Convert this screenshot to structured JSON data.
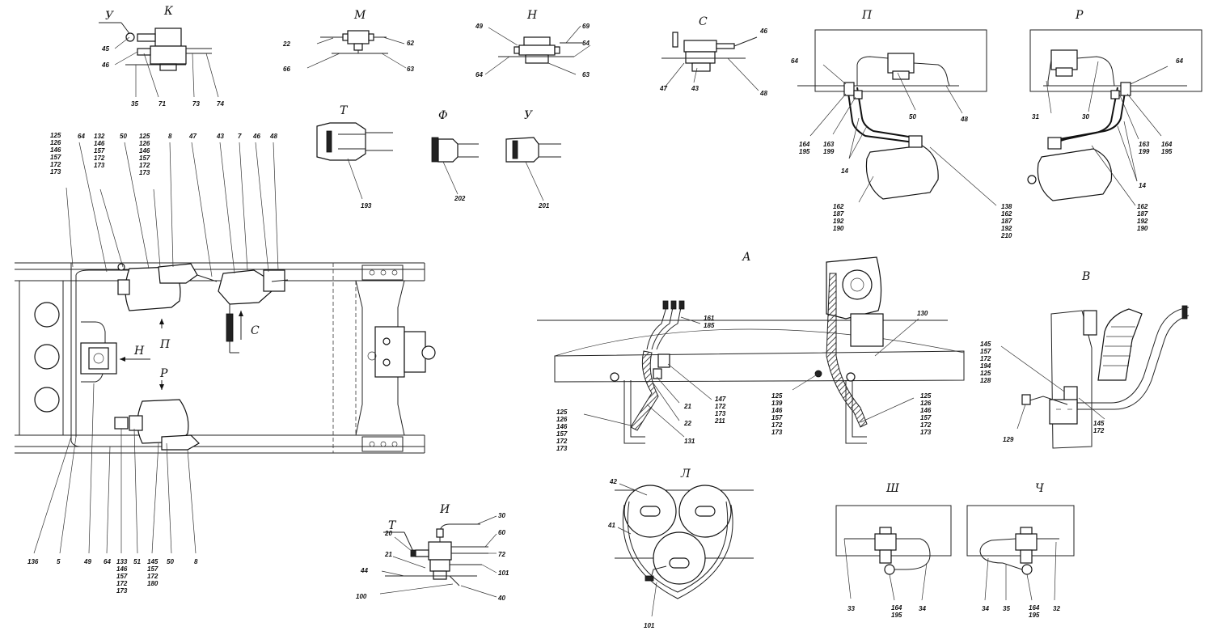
{
  "views": {
    "K": {
      "letter": "К",
      "sub": "У",
      "callouts": [
        "45",
        "46",
        "35",
        "71",
        "73",
        "74"
      ]
    },
    "M": {
      "letter": "М",
      "callouts": [
        "22",
        "62",
        "66",
        "63"
      ]
    },
    "N": {
      "letter": "Н",
      "callouts": [
        "49",
        "69",
        "64",
        "64",
        "63"
      ]
    },
    "S": {
      "letter": "С",
      "callouts": [
        "46",
        "47",
        "43",
        "48"
      ]
    },
    "P": {
      "letter": "П",
      "callouts": [
        "64",
        "50",
        "48",
        "164\n195",
        "163\n199",
        "14",
        "162\n187\n192\n190",
        "138\n162\n187\n192\n210"
      ]
    },
    "R": {
      "letter": "Р",
      "callouts": [
        "64",
        "31",
        "30",
        "163\n199",
        "164\n195",
        "14",
        "162\n187\n192\n190"
      ]
    },
    "T": {
      "letter": "Т",
      "callouts": [
        "193"
      ]
    },
    "F": {
      "letter": "Ф",
      "callouts": [
        "202"
      ]
    },
    "U": {
      "letter": "У",
      "callouts": [
        "201"
      ]
    },
    "A": {
      "letter": "А",
      "callouts": [
        "161\n185",
        "130",
        "147\n172\n173\n211",
        "21",
        "22",
        "131",
        "125\n126\n146\n157\n172\n173",
        "125\n139\n146\n157\n172\n173",
        "125\n126\n146\n157\n172\n173"
      ]
    },
    "B": {
      "letter": "В",
      "callouts": [
        "145\n157\n172\n194\n125\n128",
        "145\n172",
        "129"
      ]
    },
    "L": {
      "letter": "Л",
      "callouts": [
        "42",
        "41",
        "101"
      ]
    },
    "I": {
      "letter": "И",
      "sub": "Т",
      "callouts": [
        "20",
        "21",
        "44",
        "30",
        "60",
        "72",
        "101",
        "100",
        "40"
      ]
    },
    "Sh": {
      "letter": "Ш",
      "callouts": [
        "33",
        "164\n195",
        "34"
      ]
    },
    "Ch": {
      "letter": "Ч",
      "callouts": [
        "34",
        "35",
        "164\n195",
        "32"
      ]
    },
    "main": {
      "top_callouts": [
        "125\n126\n146\n157\n172\n173",
        "64",
        "132\n146\n157\n172\n173",
        "50",
        "125\n126\n146\n157\n172\n173",
        "8",
        "47",
        "43",
        "7",
        "46",
        "48"
      ],
      "bottom_callouts": [
        "136",
        "5",
        "49",
        "64",
        "133\n146\n157\n172\n173",
        "51",
        "145\n157\n172\n180",
        "50",
        "8"
      ],
      "arrow_labels": [
        "Н",
        "П",
        "Р",
        "С"
      ]
    }
  }
}
